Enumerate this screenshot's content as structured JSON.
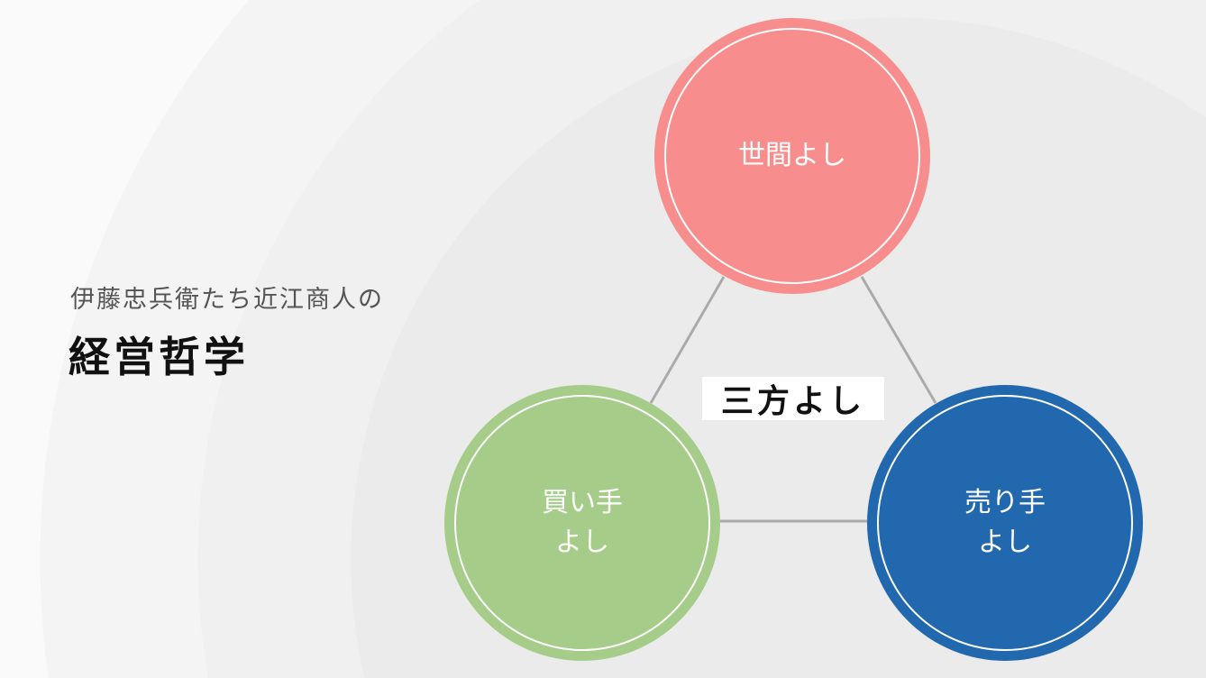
{
  "heading": {
    "subtitle": "伊藤忠兵衛たち近江商人の",
    "title": "経営哲学"
  },
  "diagram": {
    "center_label": "三方よし",
    "nodes": [
      {
        "line1": "世間よし",
        "line2": "",
        "color": "#f78e8d"
      },
      {
        "line1": "買い手",
        "line2": "よし",
        "color": "#a5cd89"
      },
      {
        "line1": "売り手",
        "line2": "よし",
        "color": "#2168af"
      }
    ],
    "connector_color": "#aaaaaa"
  }
}
